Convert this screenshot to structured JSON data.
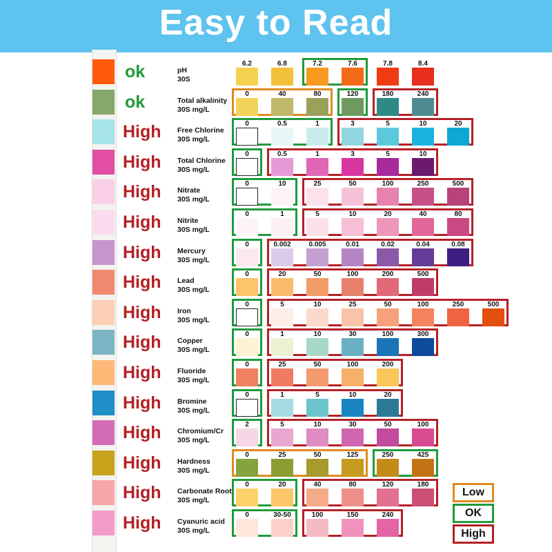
{
  "header": {
    "title": "Easy to Read"
  },
  "colors": {
    "ok": "#1f9a3b",
    "high": "#b32025",
    "low": "#e08a1e",
    "banner": "#5ec3ef"
  },
  "legend": [
    {
      "label": "Low",
      "kind": "o"
    },
    {
      "label": "OK",
      "kind": "g"
    },
    {
      "label": "High",
      "kind": "r"
    }
  ],
  "rows": [
    {
      "pad": "#ff5a0a",
      "status": "ok",
      "name": "pH",
      "unit": "30S",
      "values": [
        "6.2",
        "6.8",
        "7.2",
        "7.6",
        "7.8",
        "8.4"
      ],
      "colors": [
        "#f5d24f",
        "#f0c23a",
        "#f79a1f",
        "#f56a19",
        "#f03c12",
        "#e82e1f"
      ],
      "groups": [
        {
          "s": 2,
          "e": 3,
          "k": "g"
        }
      ]
    },
    {
      "pad": "#86a86a",
      "status": "ok",
      "name": "Total alkalinity",
      "unit": "30S  mg/L",
      "values": [
        "0",
        "40",
        "80",
        "120",
        "180",
        "240"
      ],
      "colors": [
        "#f2d35a",
        "#c1b86a",
        "#9aa15a",
        "#6e9a62",
        "#2f8a86",
        "#4f8c92"
      ],
      "groups": [
        {
          "s": 0,
          "e": 2,
          "k": "o"
        },
        {
          "s": 3,
          "e": 3,
          "k": "g"
        },
        {
          "s": 4,
          "e": 5,
          "k": "r"
        }
      ]
    },
    {
      "pad": "#a6e4ea",
      "status": "High",
      "name": "Free Chlorine",
      "unit": "30S mg/L",
      "values": [
        "0",
        "0.5",
        "1",
        "3",
        "5",
        "10",
        "20"
      ],
      "colors": [
        "#ffffff",
        "#e9f6f7",
        "#c9ebee",
        "#92d6e0",
        "#5cc8dc",
        "#1ab3e0",
        "#0fa7d4"
      ],
      "outline": [
        0
      ],
      "groups": [
        {
          "s": 0,
          "e": 2,
          "k": "g"
        },
        {
          "s": 3,
          "e": 6,
          "k": "r"
        }
      ]
    },
    {
      "pad": "#e14ea3",
      "status": "High",
      "name": "Total Chlorine",
      "unit": "30S mg/L",
      "values": [
        "0",
        "0.5",
        "1",
        "3",
        "5",
        "10"
      ],
      "colors": [
        "#ffffff",
        "#e59ad6",
        "#e066b6",
        "#d8369e",
        "#a72b9a",
        "#6b1a6e"
      ],
      "outline": [
        0
      ],
      "groups": [
        {
          "s": 0,
          "e": 0,
          "k": "g"
        },
        {
          "s": 1,
          "e": 5,
          "k": "r"
        }
      ]
    },
    {
      "pad": "#f9cfe6",
      "status": "High",
      "name": "Nitrate",
      "unit": "30S mg/L",
      "values": [
        "0",
        "10",
        "25",
        "50",
        "100",
        "250",
        "500"
      ],
      "colors": [
        "#ffffff",
        "#fdf3f7",
        "#fbe1ec",
        "#f6c2d8",
        "#e783ad",
        "#c75088",
        "#b8437a"
      ],
      "outline": [
        0
      ],
      "groups": [
        {
          "s": 0,
          "e": 1,
          "k": "g"
        },
        {
          "s": 2,
          "e": 6,
          "k": "r"
        }
      ]
    },
    {
      "pad": "#fbdcef",
      "status": "High",
      "name": "Nitrite",
      "unit": "30S mg/L",
      "values": [
        "0",
        "1",
        "5",
        "10",
        "20",
        "40",
        "80"
      ],
      "colors": [
        "#fdf4f7",
        "#fdf0f4",
        "#fbe0ea",
        "#f7bfd5",
        "#ee97bb",
        "#e06797",
        "#c94a83"
      ],
      "groups": [
        {
          "s": 0,
          "e": 1,
          "k": "g"
        },
        {
          "s": 2,
          "e": 6,
          "k": "r"
        }
      ]
    },
    {
      "pad": "#c794d0",
      "status": "High",
      "name": "Mercury",
      "unit": "30S mg/L",
      "values": [
        "0",
        "0.002",
        "0.005",
        "0.01",
        "0.02",
        "0.04",
        "0.08"
      ],
      "colors": [
        "#fbe9ef",
        "#dccbe8",
        "#c4a0d2",
        "#b584c4",
        "#8c59a8",
        "#643d99",
        "#3c1d82"
      ],
      "groups": [
        {
          "s": 0,
          "e": 0,
          "k": "g"
        },
        {
          "s": 1,
          "e": 6,
          "k": "r"
        }
      ]
    },
    {
      "pad": "#ef8a6f",
      "status": "High",
      "name": "Lead",
      "unit": "30S mg/L",
      "values": [
        "0",
        "20",
        "50",
        "100",
        "200",
        "500"
      ],
      "colors": [
        "#fcc56a",
        "#f9bb6e",
        "#f19b66",
        "#e7806a",
        "#e06a78",
        "#c03c66"
      ],
      "groups": [
        {
          "s": 0,
          "e": 0,
          "k": "g"
        },
        {
          "s": 1,
          "e": 5,
          "k": "r"
        }
      ]
    },
    {
      "pad": "#fdd0b6",
      "status": "High",
      "name": "Iron",
      "unit": "30S mg/L",
      "values": [
        "0",
        "5",
        "10",
        "25",
        "50",
        "100",
        "250",
        "500"
      ],
      "colors": [
        "#ffffff",
        "#fdede9",
        "#fbd9cd",
        "#f8c3a8",
        "#f5a27c",
        "#f3845d",
        "#ef6340",
        "#e34f0f"
      ],
      "outline": [
        0
      ],
      "groups": [
        {
          "s": 0,
          "e": 0,
          "k": "g"
        },
        {
          "s": 1,
          "e": 7,
          "k": "r"
        }
      ]
    },
    {
      "pad": "#7bb5c4",
      "status": "High",
      "name": "Copper",
      "unit": "30S mg/L",
      "values": [
        "0",
        "1",
        "10",
        "30",
        "100",
        "300"
      ],
      "colors": [
        "#fbf3d2",
        "#ebf1d2",
        "#a8d9c8",
        "#6ab0c2",
        "#1c74b8",
        "#0e4b9a"
      ],
      "groups": [
        {
          "s": 0,
          "e": 0,
          "k": "g"
        },
        {
          "s": 1,
          "e": 5,
          "k": "r"
        }
      ]
    },
    {
      "pad": "#fdb877",
      "status": "High",
      "name": "Fluoride",
      "unit": "30S mg/L",
      "values": [
        "0",
        "25",
        "50",
        "100",
        "200"
      ],
      "colors": [
        "#ee8260",
        "#f17a63",
        "#f39a6f",
        "#f7b06a",
        "#fbc65a"
      ],
      "groups": [
        {
          "s": 0,
          "e": 0,
          "k": "g"
        },
        {
          "s": 1,
          "e": 4,
          "k": "r"
        }
      ]
    },
    {
      "pad": "#1e8fc7",
      "status": "High",
      "name": "Bromine",
      "unit": "30S mg/L",
      "values": [
        "0",
        "1",
        "5",
        "10",
        "20"
      ],
      "colors": [
        "#ffffff",
        "#a7dbe3",
        "#6cc4cd",
        "#1984c1",
        "#2d7a98"
      ],
      "outline": [
        0
      ],
      "groups": [
        {
          "s": 0,
          "e": 0,
          "k": "g"
        },
        {
          "s": 1,
          "e": 4,
          "k": "r"
        }
      ]
    },
    {
      "pad": "#d36bb6",
      "status": "High",
      "name": "Chromium/Cr",
      "unit": "30S mg/L",
      "values": [
        "2",
        "5",
        "10",
        "30",
        "50",
        "100"
      ],
      "colors": [
        "#f5d7e6",
        "#e7a7cf",
        "#de8cc3",
        "#cf66b0",
        "#c24b9e",
        "#d94b90"
      ],
      "groups": [
        {
          "s": 0,
          "e": 0,
          "k": "g"
        },
        {
          "s": 1,
          "e": 5,
          "k": "r"
        }
      ]
    },
    {
      "pad": "#c8a31c",
      "status": "High",
      "name": "Hardness",
      "unit": "30S mg/L",
      "values": [
        "0",
        "25",
        "50",
        "125",
        "250",
        "425"
      ],
      "colors": [
        "#85a33e",
        "#8e9c34",
        "#a89a2d",
        "#c59a1e",
        "#c58b18",
        "#c47314"
      ],
      "groups": [
        {
          "s": 0,
          "e": 3,
          "k": "o"
        },
        {
          "s": 4,
          "e": 5,
          "k": "g"
        }
      ]
    },
    {
      "pad": "#f8a5a8",
      "status": "High",
      "name": "Carbonate Root",
      "unit": "30S mg/L",
      "values": [
        "0",
        "20",
        "40",
        "80",
        "120",
        "180"
      ],
      "colors": [
        "#fcd36a",
        "#fbc56a",
        "#f5ab88",
        "#ef8f8a",
        "#e37090",
        "#cc4f74"
      ],
      "groups": [
        {
          "s": 0,
          "e": 1,
          "k": "g"
        },
        {
          "s": 2,
          "e": 5,
          "k": "r"
        }
      ]
    },
    {
      "pad": "#f59bc8",
      "status": "High",
      "name": "Cyanuric acid",
      "unit": "30S mg/L",
      "values": [
        "0",
        "30-50",
        "100",
        "150",
        "240"
      ],
      "colors": [
        "#fde7dc",
        "#fbd0c8",
        "#f6b9c6",
        "#ef92bc",
        "#e365a6"
      ],
      "groups": [
        {
          "s": 0,
          "e": 1,
          "k": "g"
        },
        {
          "s": 2,
          "e": 4,
          "k": "r"
        }
      ]
    }
  ]
}
